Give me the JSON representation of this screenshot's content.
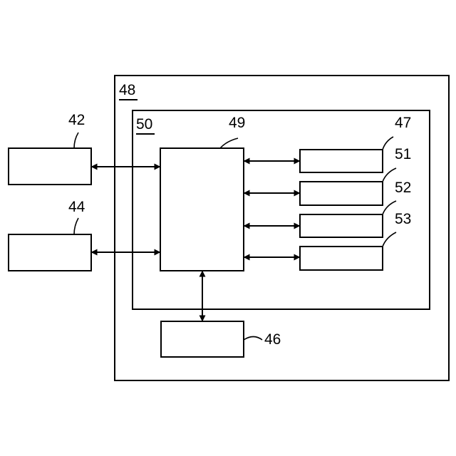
{
  "diagram": {
    "labels": {
      "ext_top": "42",
      "ext_bottom": "44",
      "outer_frame": "48",
      "inner_frame": "50",
      "controller": "49",
      "module_1": "47",
      "module_2": "51",
      "module_3": "52",
      "module_4": "53",
      "lower_unit": "46"
    },
    "underlined_labels": [
      "48",
      "50"
    ],
    "colors": {
      "stroke": "#000000",
      "background": "#ffffff"
    }
  }
}
